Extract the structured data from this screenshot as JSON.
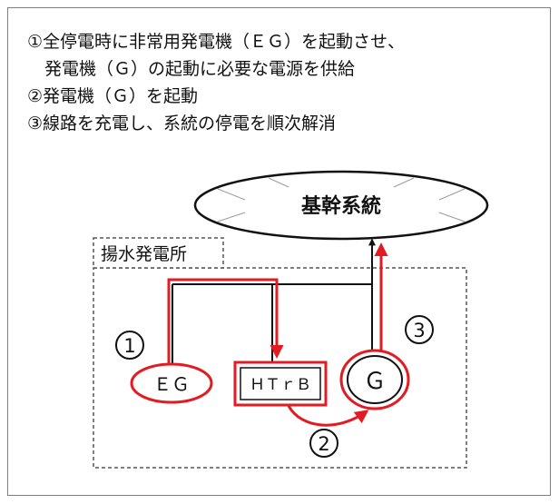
{
  "steps": [
    "①全停電時に非常用発電機（ＥＧ）を起動させ、",
    "　発電機（Ｇ）の起動に必要な電源を供給",
    "②発電機（Ｇ）を起動",
    "③線路を充電し、系統の停電を順次解消"
  ],
  "diagram": {
    "grid_label": "基幹系統",
    "station_label": "揚水発電所",
    "eg_label": "ＥＧ",
    "htrb_label": "ＨＴｒＢ",
    "g_label": "Ｇ",
    "markers": [
      "1",
      "2",
      "3"
    ]
  },
  "colors": {
    "highlight": "#e31b23",
    "line": "#111111",
    "frame": "#7f7f7f"
  }
}
